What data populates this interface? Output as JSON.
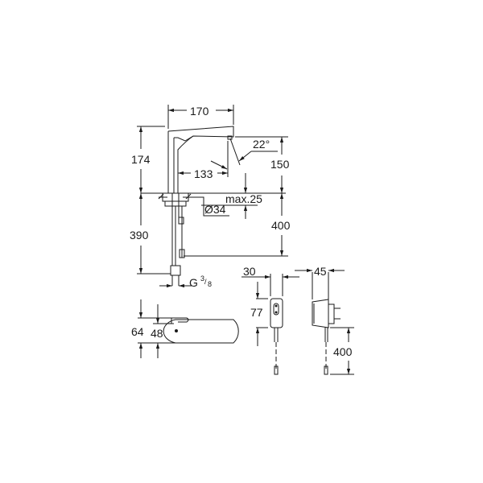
{
  "drawing": {
    "type": "technical dimension drawing",
    "subject": "infrared electronic basin faucet with power supply unit",
    "line_color": "#1a1a1a",
    "background": "#ffffff"
  },
  "dimensions": {
    "spout_length": "170",
    "total_height": "174",
    "spout_reach": "133",
    "outlet_height": "150",
    "sensor_angle": "22°",
    "deck_thickness": "max.25",
    "hole_diameter": "Ø34",
    "hose_length": "400",
    "below_deck_length": "390",
    "connection_thread": "G",
    "thread_fraction_num": "3",
    "thread_fraction_den": "8",
    "base_depth": "64",
    "body_depth": "48",
    "psu_width": "30",
    "psu_height": "77",
    "psu_depth": "45",
    "cable_length": "400"
  }
}
